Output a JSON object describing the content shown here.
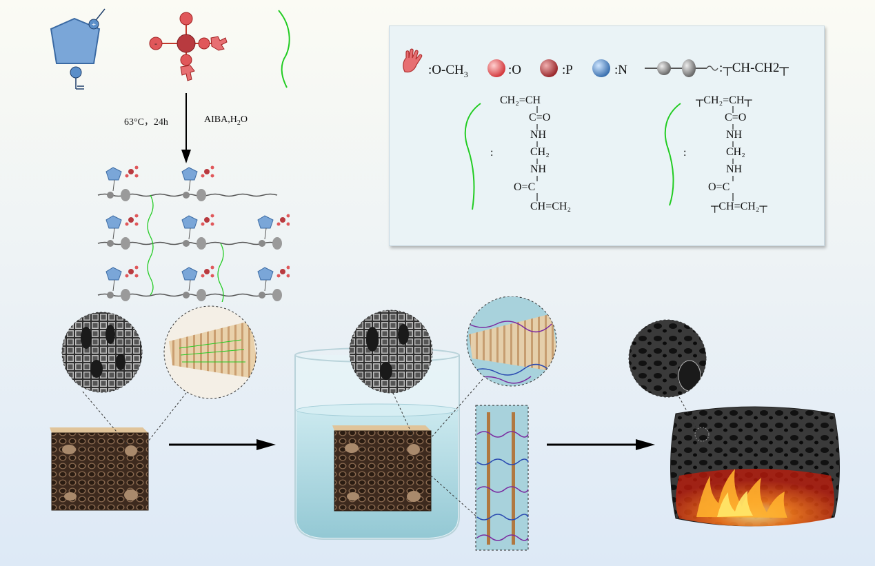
{
  "reaction": {
    "temperature_time": "63°C，24h",
    "initiator_prefix": "AIBA,H",
    "initiator_sub": "2",
    "initiator_suffix": "O"
  },
  "legend": {
    "och3_prefix": ":O-CH",
    "och3_sub": "3",
    "o_label": ":O",
    "p_label": ":P",
    "n_label": ":N",
    "chain_label": ":┬CH-CH2┬",
    "colon": ":",
    "monomer": {
      "line1": "CH₂=CH",
      "line2": "C=O",
      "line3": "NH",
      "line4": "CH₂",
      "line5": "NH",
      "line6": "O=C",
      "line7": "CH=CH₂"
    },
    "polymer": {
      "line1": "┬CH₂=CH┬",
      "line2": "C=O",
      "line3": "NH",
      "line4": "CH₂",
      "line5": "NH",
      "line6": "O=C",
      "line7": "┬CH=CH₂┬"
    }
  },
  "colors": {
    "nitrogen_blue": "#5b8fc9",
    "oxygen_red": "#e0575a",
    "phosphorus_red": "#b83a3f",
    "crosslinker_green": "#22cc22",
    "wood_dark": "#5a4030",
    "water_blue": "#9fd0dc",
    "fire_orange": "#ff6a10"
  }
}
